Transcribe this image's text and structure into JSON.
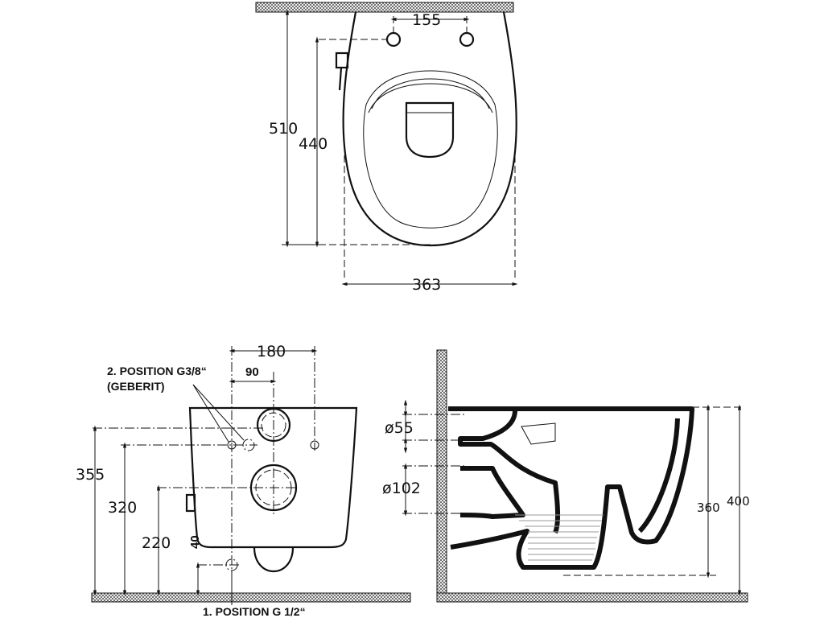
{
  "top_view": {
    "dim_pipe_spacing": "155",
    "dim_total_depth": "510",
    "dim_bolt_depth": "440",
    "dim_width": "363"
  },
  "front_view": {
    "dim_width_180": "180",
    "dim_90": "90",
    "label_position_2_line1": "2. POSITION G3/8“",
    "label_position_2_line2": "(GEBERIT)",
    "dim_355": "355",
    "dim_320": "320",
    "dim_220": "220",
    "dim_40": "40",
    "label_position_1": "1. POSITION G 1/2“"
  },
  "side_view": {
    "dim_d55": "ø55",
    "dim_d102": "ø102",
    "dim_360": "360",
    "dim_400": "400"
  }
}
